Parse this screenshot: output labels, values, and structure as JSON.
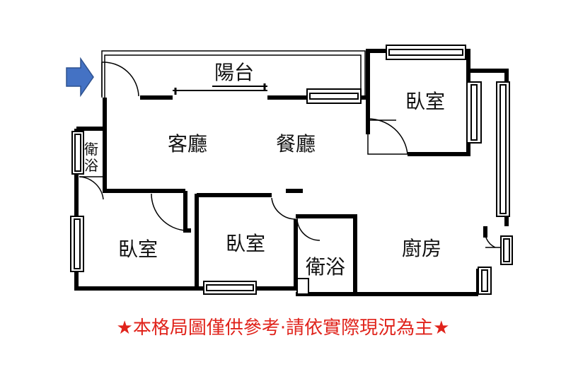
{
  "rooms": {
    "balcony": "陽台",
    "living": "客廳",
    "dining": "餐廳",
    "bedroom_top_right": "臥室",
    "bath_left": "衛浴",
    "bedroom_left": "臥室",
    "bedroom_middle": "臥室",
    "bath_middle": "衛浴",
    "kitchen": "廚房"
  },
  "disclaimer": "★本格局圖僅供參考·請依實際現況為主★",
  "colors": {
    "entrance_arrow": "#4472c4",
    "disclaimer": "#e0231b",
    "wall": "#000000"
  }
}
